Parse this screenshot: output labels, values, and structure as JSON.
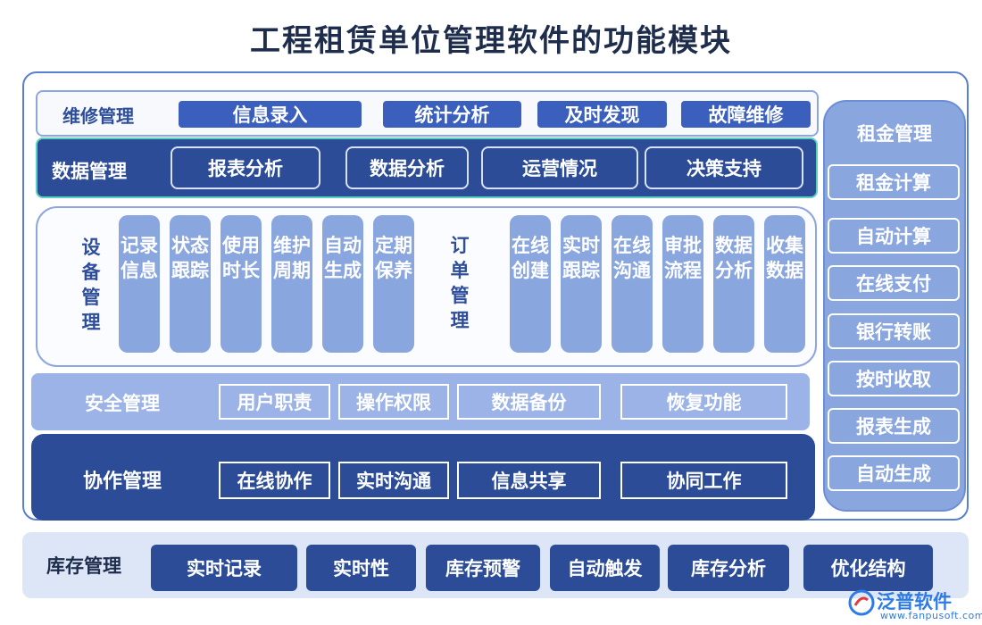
{
  "title": "工程租赁单位管理软件的功能模块",
  "maintenance": {
    "label": "维修管理",
    "items": [
      "信息录入",
      "统计分析",
      "及时发现",
      "故障维修"
    ]
  },
  "data_mgmt": {
    "label": "数据管理",
    "items": [
      "报表分析",
      "数据分析",
      "运营情况",
      "决策支持"
    ]
  },
  "equipment": {
    "label": "设备管理",
    "items": [
      "记录信息",
      "状态跟踪",
      "使用时长",
      "维护周期",
      "自动生成",
      "定期保养"
    ]
  },
  "order": {
    "label": "订单管理",
    "items": [
      "在线创建",
      "实时跟踪",
      "在线沟通",
      "审批流程",
      "数据分析",
      "收集数据"
    ]
  },
  "security": {
    "label": "安全管理",
    "items": [
      "用户职责",
      "操作权限",
      "数据备份",
      "恢复功能"
    ]
  },
  "collaboration": {
    "label": "协作管理",
    "items": [
      "在线协作",
      "实时沟通",
      "信息共享",
      "协同工作"
    ]
  },
  "rent": {
    "label": "租金管理",
    "items": [
      "租金计算",
      "自动计算",
      "在线支付",
      "银行转账",
      "按时收取",
      "报表生成",
      "自动生成"
    ]
  },
  "inventory": {
    "label": "库存管理",
    "items": [
      "实时记录",
      "实时性",
      "库存预警",
      "自动触发",
      "库存分析",
      "优化结构"
    ]
  },
  "watermark": {
    "name": "泛普软件",
    "url": "www.fanpusoft.com"
  }
}
